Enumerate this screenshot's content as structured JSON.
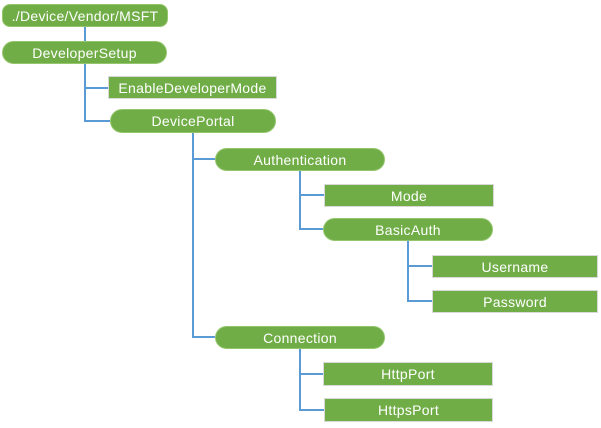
{
  "diagram": {
    "type": "tree",
    "background": "#ffffff",
    "node_fill": "#70ad47",
    "pill_border_color": "#94c66d",
    "rect_border_color": "#d9d9d9",
    "connector_color": "#5b9bd5",
    "text_color": "#ffffff",
    "nodes": [
      {
        "label": "./Device/Vendor/MSFT",
        "shape": "rounded-rect",
        "parent": null
      },
      {
        "label": "DeveloperSetup",
        "shape": "pill",
        "parent": "./Device/Vendor/MSFT"
      },
      {
        "label": "EnableDeveloperMode",
        "shape": "rect",
        "parent": "DeveloperSetup"
      },
      {
        "label": "DevicePortal",
        "shape": "pill",
        "parent": "DeveloperSetup"
      },
      {
        "label": "Authentication",
        "shape": "pill",
        "parent": "DevicePortal"
      },
      {
        "label": "Mode",
        "shape": "rect",
        "parent": "Authentication"
      },
      {
        "label": "BasicAuth",
        "shape": "pill",
        "parent": "Authentication"
      },
      {
        "label": "Username",
        "shape": "rect",
        "parent": "BasicAuth"
      },
      {
        "label": "Password",
        "shape": "rect",
        "parent": "BasicAuth"
      },
      {
        "label": "Connection",
        "shape": "pill",
        "parent": "DevicePortal"
      },
      {
        "label": "HttpPort",
        "shape": "rect",
        "parent": "Connection"
      },
      {
        "label": "HttpsPort",
        "shape": "rect",
        "parent": "Connection"
      }
    ]
  }
}
